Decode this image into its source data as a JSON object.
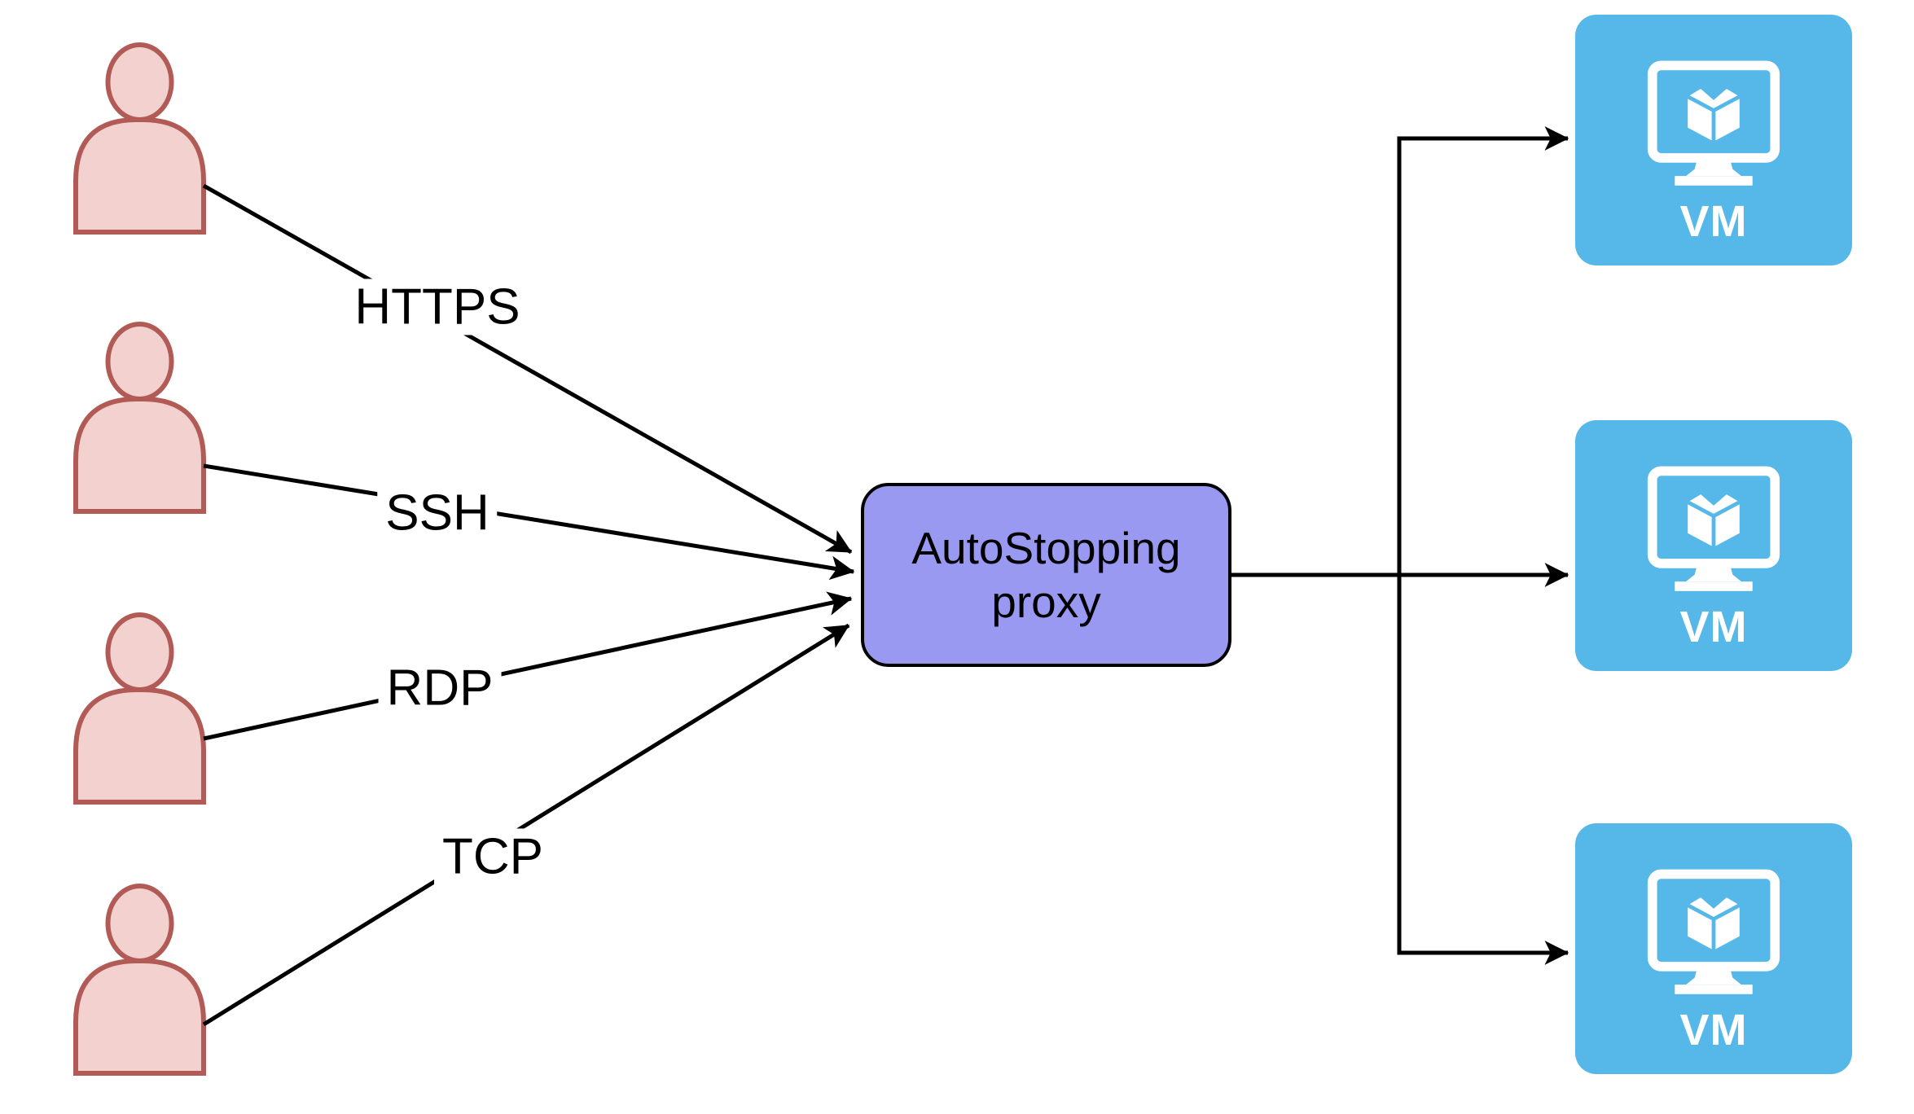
{
  "users": [
    {
      "icon": "user-icon"
    },
    {
      "icon": "user-icon"
    },
    {
      "icon": "user-icon"
    },
    {
      "icon": "user-icon"
    }
  ],
  "edges": [
    {
      "protocol": "HTTPS"
    },
    {
      "protocol": "SSH"
    },
    {
      "protocol": "RDP"
    },
    {
      "protocol": "TCP"
    }
  ],
  "proxy": {
    "label": "AutoStopping proxy"
  },
  "vms": [
    {
      "label": "VM",
      "icon": "vm-monitor-icon"
    },
    {
      "label": "VM",
      "icon": "vm-monitor-icon"
    },
    {
      "label": "VM",
      "icon": "vm-monitor-icon"
    }
  ],
  "colors": {
    "user_fill": "#F2D1CF",
    "user_stroke": "#B25B56",
    "proxy_fill": "#9999F2",
    "proxy_stroke": "#000000",
    "vm_fill": "#55B8E8",
    "vm_label_text": "#FFFFFF",
    "connector": "#000000",
    "label_text": "#000000",
    "background": "#FFFFFF"
  }
}
